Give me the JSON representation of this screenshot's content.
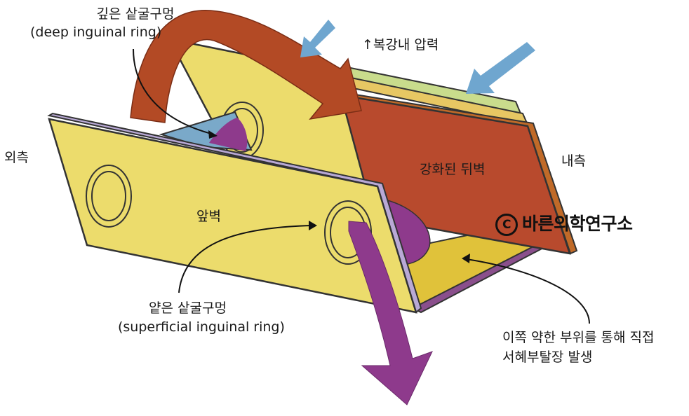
{
  "labels": {
    "deep_ring_ko": "깊은 샅굴구멍",
    "deep_ring_en": "(deep inguinal ring)",
    "pressure": "↑복강내 압력",
    "outside": "외측",
    "inside": "내측",
    "posterior_wall": "강화된 뒤벽",
    "anterior_wall": "앞벽",
    "superficial_ring_ko": "얕은 샅굴구멍",
    "superficial_ring_en": "(superficial  inguinal ring)",
    "weak_note_line1": "이쪽  약한 부위를 통해 직접",
    "weak_note_line2": "서혜부탈장 발생",
    "brand_symbol": "C",
    "brand_text": "바른의학연구소"
  },
  "colors": {
    "wall_yellow": "#ecdc6c",
    "wall_edge": "#b9a9d6",
    "posterior_red": "#b84a2d",
    "arrow_orange": "#b34a25",
    "hernia_purple": "#8e3a8c",
    "pressure_blue": "#6fa6cf"
  }
}
